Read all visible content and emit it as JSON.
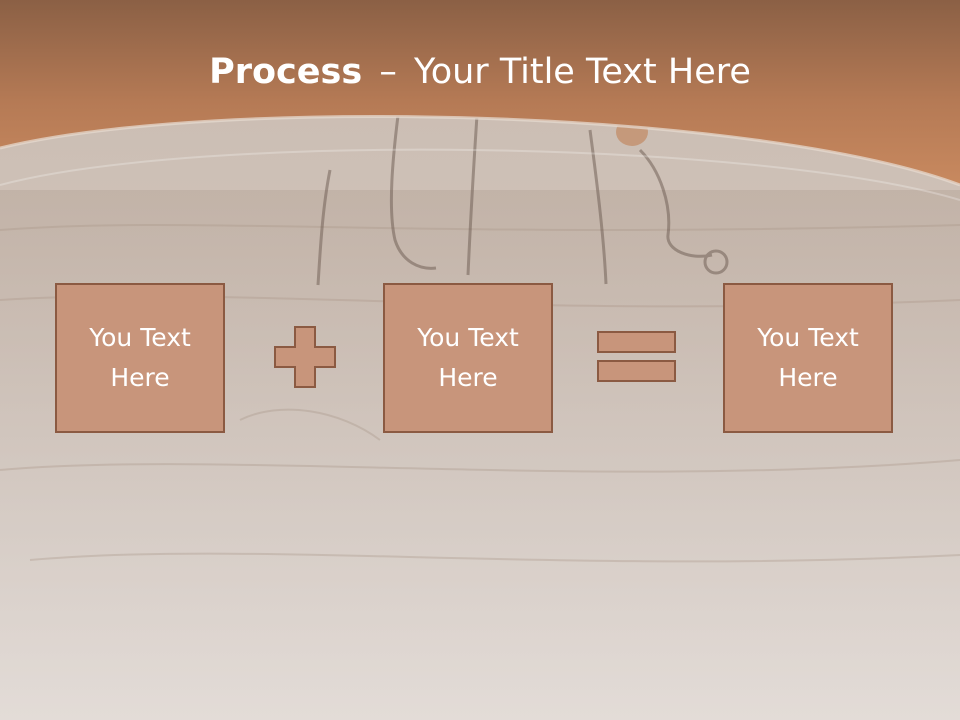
{
  "slide": {
    "title_bold": "Process",
    "title_separator": "–",
    "title_rest": "Your Title Text Here",
    "boxes": [
      {
        "text": "You Text Here"
      },
      {
        "text": "You Text Here"
      },
      {
        "text": "You Text Here"
      }
    ],
    "operators": [
      "plus",
      "equals"
    ]
  },
  "colors": {
    "header": "#a8714d",
    "box_fill": "#c8957b",
    "box_border": "#8b5a42",
    "text": "#ffffff"
  }
}
